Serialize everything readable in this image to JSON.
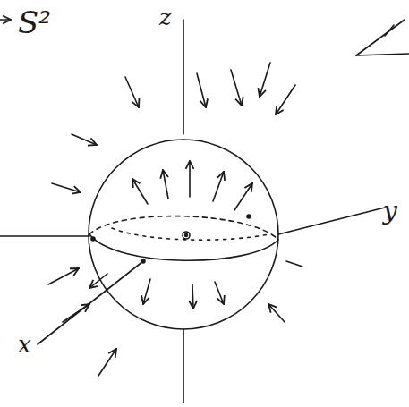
{
  "diagram": {
    "labels": [
      "S²",
      "z",
      "y",
      "x"
    ]
  }
}
